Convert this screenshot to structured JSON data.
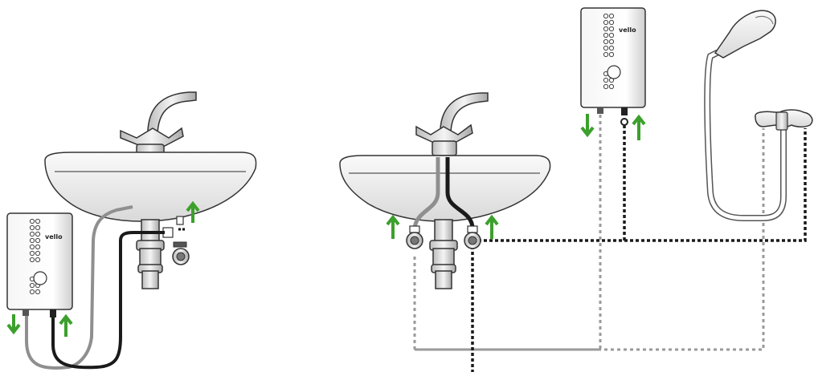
{
  "brand": {
    "logo": "vello"
  },
  "colors": {
    "hot_pipe": "#1a1a1a",
    "cold_pipe": "#8f8f8f",
    "flow_arrow": "#3ca02c",
    "outline": "#333333",
    "porcelain": "#f0f0f0"
  },
  "icons": [
    "heater-unit",
    "washbasin",
    "mixer-tap",
    "siphon",
    "shut-off-valve",
    "flow-arrow-up",
    "flow-arrow-down",
    "shower-head",
    "shower-mixer"
  ],
  "scenes": [
    {
      "name": "under-sink-installation"
    },
    {
      "name": "wall-installation-with-shower"
    }
  ]
}
